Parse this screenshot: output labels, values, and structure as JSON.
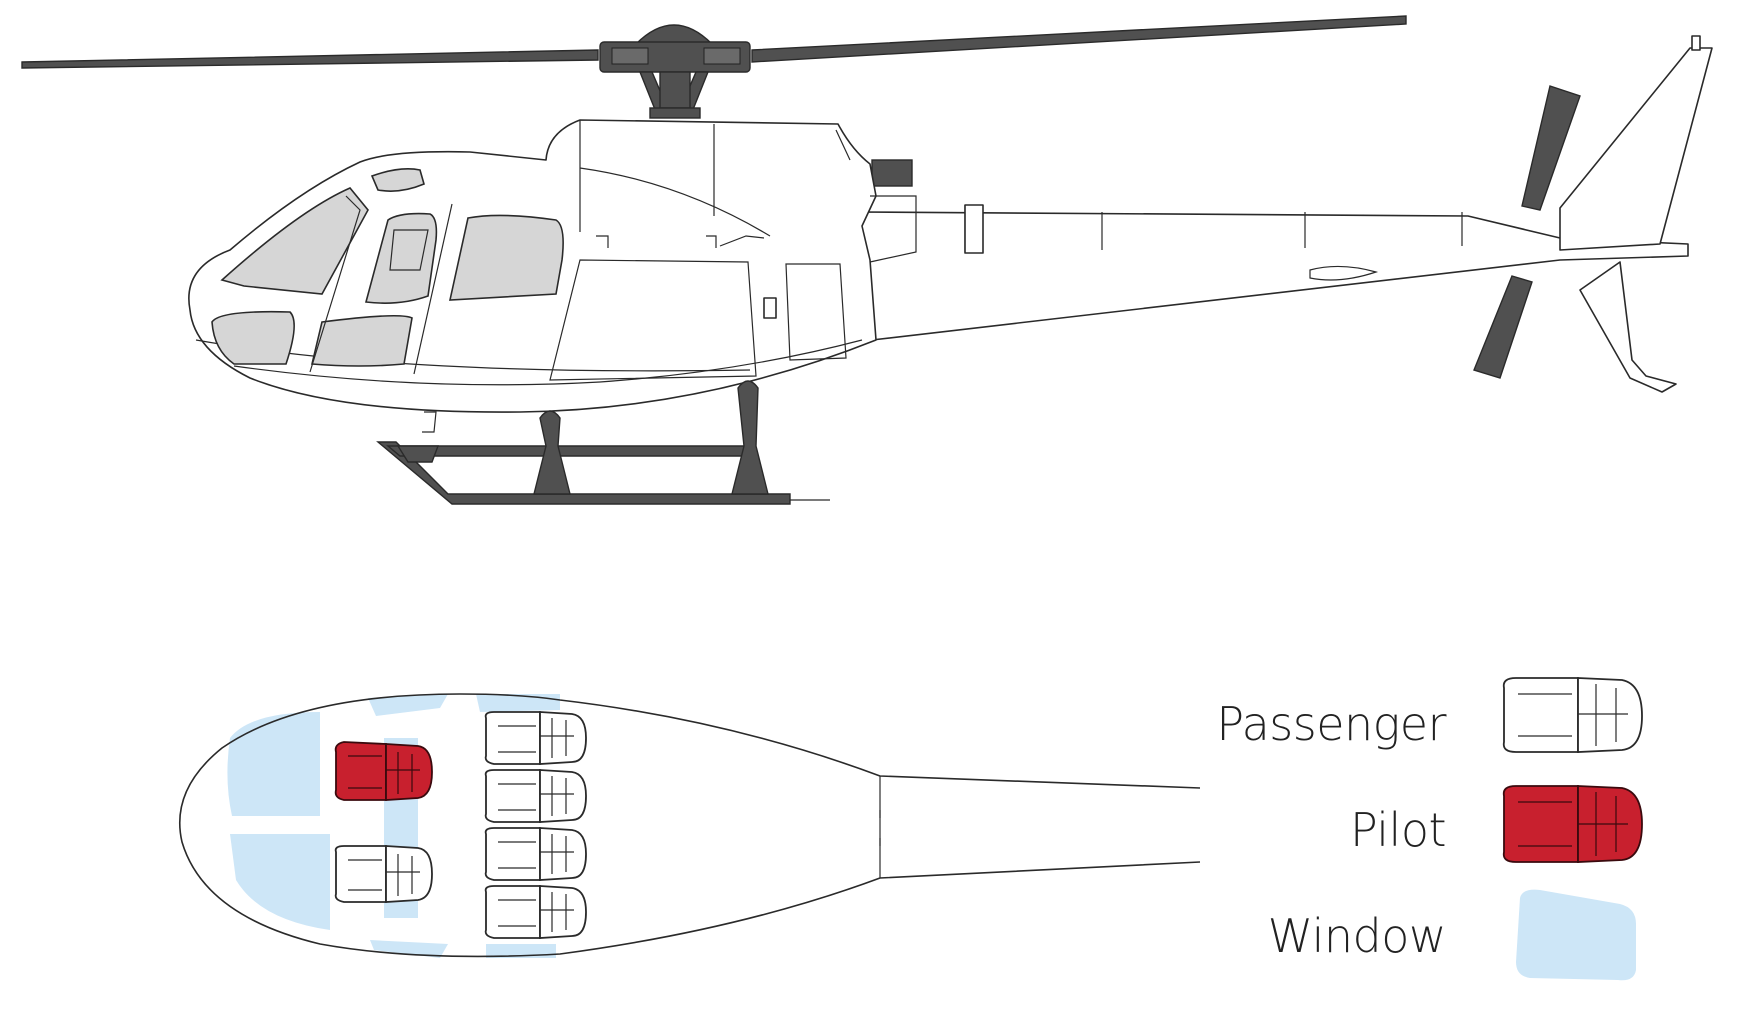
{
  "legend": {
    "items": [
      {
        "key": "passenger",
        "label": "Passenger"
      },
      {
        "key": "pilot",
        "label": "Pilot"
      },
      {
        "key": "window",
        "label": "Window"
      }
    ]
  },
  "colors": {
    "pilot_seat": "#c8202e",
    "passenger_seat": "#ffffff",
    "window": "#cde6f7",
    "fuselage_glass": "#d6d6d6",
    "rotor": "#505050"
  },
  "seating": {
    "pilot_seats": 1,
    "front_passenger_seats": 1,
    "rear_passenger_seats": 4
  }
}
